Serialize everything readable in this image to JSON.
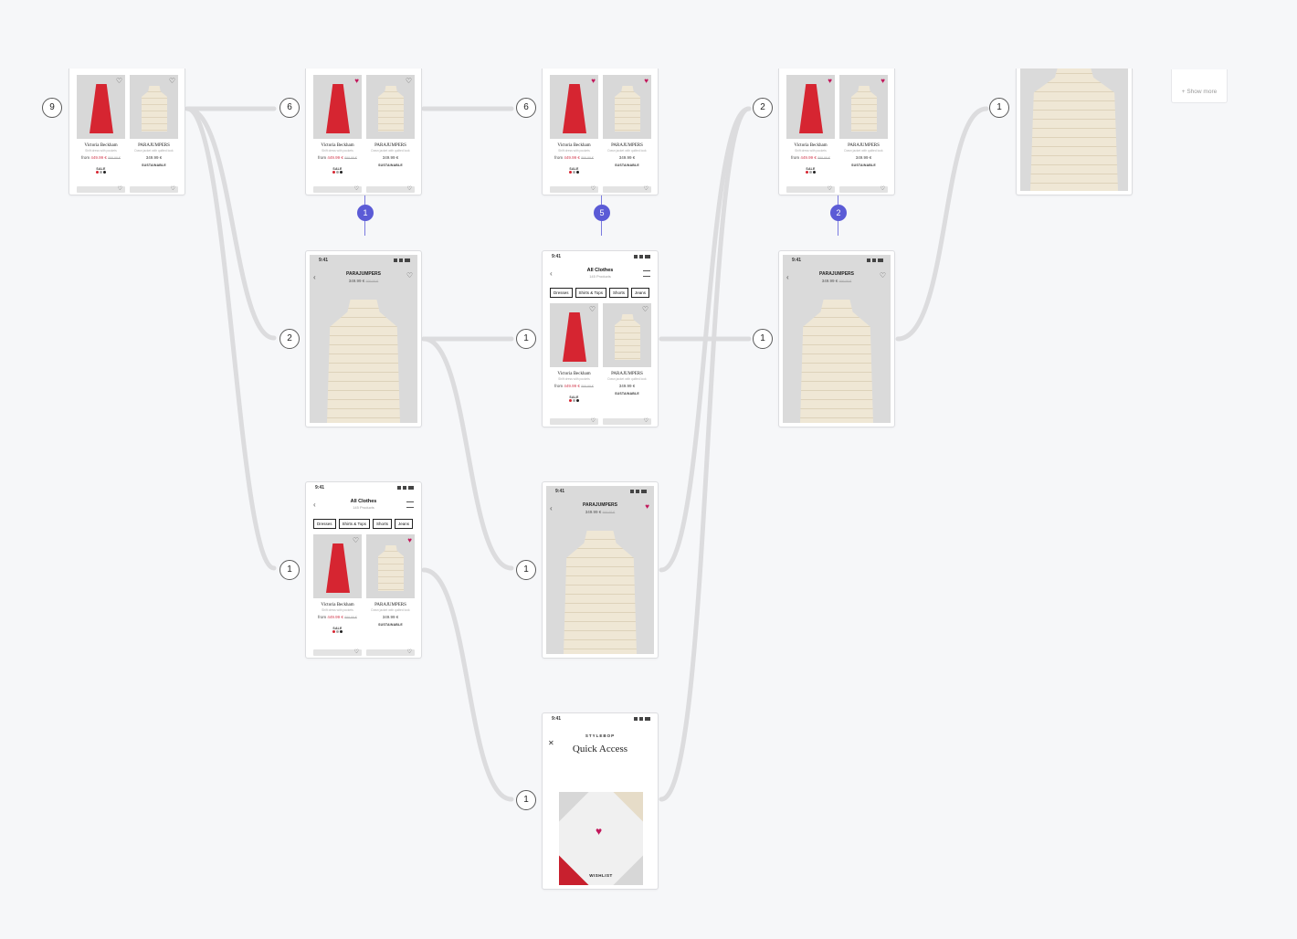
{
  "node_counts": {
    "n1": "9",
    "n2": "6",
    "n3": "6",
    "n4": "2",
    "n5": "1",
    "n6": "2",
    "n7": "1",
    "n8": "1",
    "n9": "1",
    "n10": "1",
    "n11": "1"
  },
  "branch_counts": {
    "b1": "1",
    "b2": "5",
    "b3": "2"
  },
  "status_time": "9:41",
  "products": {
    "dress": {
      "brand": "Victoria Beckham",
      "desc": "Shift dress with pockets",
      "price_label": "from",
      "price": "449.99 €",
      "old_price": "899.99 €",
      "tag": "SALE"
    },
    "jacket": {
      "brand": "PARAJUMPERS",
      "desc": "Down jacket with quilted look",
      "price": "349.99 €",
      "tag": "SUSTAINABLE"
    }
  },
  "listing": {
    "title": "All Clothes",
    "subtitle": "145 Products",
    "chips": [
      "Dresses",
      "Shirts & Tops",
      "Shorts",
      "Jeans"
    ]
  },
  "detail": {
    "brand": "PARAJUMPERS",
    "price": "349.99 €",
    "old_price": "699.99 €"
  },
  "quick_access": {
    "logo": "STYLEBOP",
    "title": "Quick Access",
    "tile": "WISHLIST"
  },
  "show_more": "+ Show more",
  "colors": {
    "accent": "#5b5bd6",
    "favorite": "#c2185b",
    "sale": "#d23b4f",
    "edge": "#dcdcde"
  }
}
